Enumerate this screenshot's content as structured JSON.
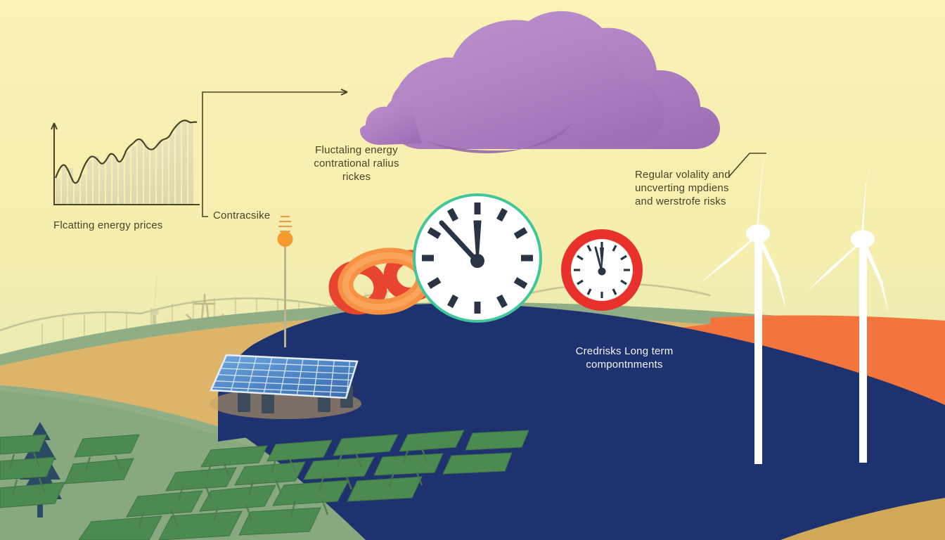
{
  "scene": {
    "title": "Energy market risk landscape illustration",
    "palette": {
      "sky_top": "#f9f1b5",
      "sky_bottom": "#d7e5c2",
      "hill_green": "#8cae86",
      "hill_sand": "#dcb56a",
      "hill_navy": "#1f3270",
      "band_orange": "#f3743c",
      "cloud_purple": "#b183c2",
      "cloud_purple_dark": "#9a6cb0",
      "chain_orange": "#f79244",
      "chain_red": "#e8452f",
      "clock_rim_green": "#3fc79b",
      "clock_rim_red": "#e8312d",
      "solar_blue": "#4f86c6",
      "tree_navy": "#2a4a63",
      "ink": "#4a4326"
    }
  },
  "annotations": {
    "chart_caption": "Flcatting energy prices",
    "contract_label": "Contracsike",
    "cloud_note": "Fluctaling energy\ncontrational ralius\nrickes",
    "turbine_note": "Regular volality and\nuncverting mpdiens\nand werstrofe risks",
    "navy_note": "Credrisks Long term\ncompontnments"
  },
  "chart_data": {
    "type": "area",
    "title": "Flcatting energy prices",
    "xlabel": "",
    "ylabel": "",
    "grid": false,
    "legend": "none",
    "categories": [
      "1",
      "2",
      "3",
      "4",
      "5",
      "6",
      "7",
      "8",
      "9",
      "10",
      "11",
      "12",
      "13",
      "14",
      "15",
      "16",
      "17",
      "18",
      "19",
      "20",
      "21",
      "22"
    ],
    "values": [
      18,
      34,
      30,
      14,
      22,
      40,
      45,
      38,
      46,
      44,
      38,
      52,
      58,
      68,
      62,
      54,
      66,
      64,
      74,
      86,
      92,
      90
    ],
    "ylim": [
      0,
      100
    ],
    "xlim": [
      0,
      23
    ],
    "bar_fill": "#e3ddb4",
    "line_color": "#4a4326"
  },
  "clocks": [
    {
      "name": "large-clock",
      "rim_color": "#3fc79b",
      "face_color": "#ffffff",
      "hour_hand_angle_deg": 356,
      "minute_hand_angle_deg": 313,
      "reading": "11:58",
      "tick_count": 12
    },
    {
      "name": "small-clock",
      "rim_color": "#e8312d",
      "face_color": "#ffffff",
      "hour_hand_angle_deg": 4,
      "minute_hand_angle_deg": 352,
      "reading": "12:00",
      "tick_count": 12
    }
  ],
  "objects": {
    "cloud": "purple-cloud",
    "chain": "interlocked-chain-links",
    "solar_panel": "tilted-solar-panel-array",
    "solar_farm_rows": 5,
    "wind_turbines": 2,
    "background_turbine": 1,
    "transmission_towers": 2,
    "conifer_tree": 1,
    "antenna_pole_marker": "orange-dot"
  }
}
